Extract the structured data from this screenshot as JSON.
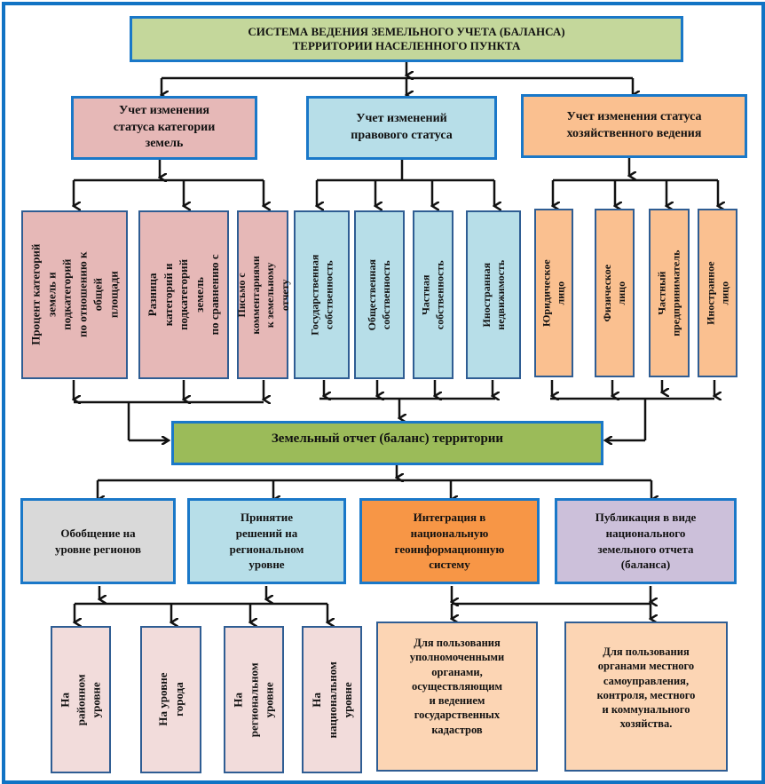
{
  "title": {
    "line1": "СИСТЕМА ВЕДЕНИЯ ЗЕМЕЛЬНОГО УЧЕТА (БАЛАНСА)",
    "line2": "ТЕРРИТОРИИ НАСЕЛЕННОГО ПУНКТА"
  },
  "colors": {
    "frame": "#1173c4",
    "title_bg": "#c4d79b",
    "pink": "#e6b8b7",
    "light_blue": "#b7dee8",
    "peach": "#fac090",
    "green": "#9bbb59",
    "gray": "#d9d9d9",
    "orange": "#f79646",
    "lavender": "#ccc0da",
    "light_pink": "#f2dcdb",
    "light_peach": "#fcd5b4"
  },
  "level1": [
    {
      "label": "Учет изменения\nстатуса категории\nземель"
    },
    {
      "label": "Учет изменений\nправового статуса"
    },
    {
      "label": "Учет изменения статуса\nхозяйственного ведения"
    }
  ],
  "level2": {
    "category": [
      {
        "label": "Процент категорий\nземель и подкатегорий\nпо отношению к общей\nплощади"
      },
      {
        "label": "Разница категорий и\nподкатегорий земель\nпо сравнению с"
      },
      {
        "label": "Письмо  с  комментариями\nк земельному отчету"
      }
    ],
    "legal": [
      {
        "label": "Государственная\nсобственность"
      },
      {
        "label": "Общественная\nсобственность"
      },
      {
        "label": "Частная собственность"
      },
      {
        "label": "Иностранная\nнедвижимость"
      }
    ],
    "economic": [
      {
        "label": "Юридическое лицо"
      },
      {
        "label": "Физическое лицо"
      },
      {
        "label": "Частный предприниматель"
      },
      {
        "label": "Иностранное лицо"
      }
    ]
  },
  "report": {
    "label": "Земельный отчет (баланс) территории"
  },
  "level3": [
    {
      "label": "Обобщение на\nуровне регионов"
    },
    {
      "label": "Принятие\nрешений на\nрегиональном\nуровне"
    },
    {
      "label": "Интеграция в\nнациональную\nгеоинформационную\nсистему"
    },
    {
      "label": "Публикация в виде\nнационального\nземельного отчета\n(баланса)"
    }
  ],
  "level4_levels": [
    {
      "label": "На районном\nуровне"
    },
    {
      "label": "На уровне города"
    },
    {
      "label": "На региональном\nуровне"
    },
    {
      "label": "На национальном\nуровне"
    }
  ],
  "level4_users": [
    {
      "label": "Для пользования\nуполномоченными\nорганами,\nосуществляющим\nи ведением\nгосударственных\nкадастров"
    },
    {
      "label": "Для пользования\nорганами местного\nсамоуправления,\nконтроля, местного\nи коммунального\nхозяйства."
    }
  ]
}
